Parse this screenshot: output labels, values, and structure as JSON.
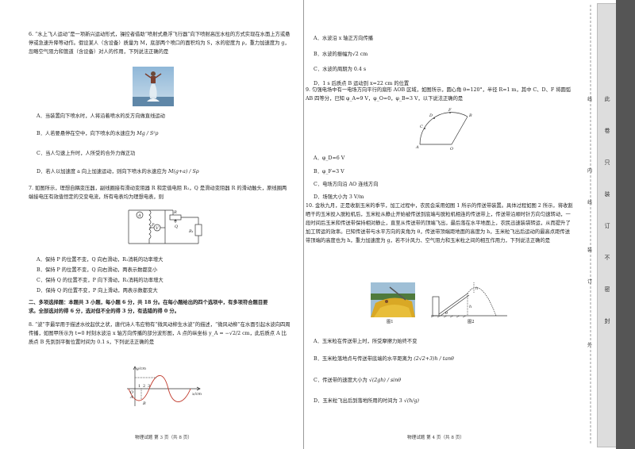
{
  "left": {
    "q6": {
      "number": "6.",
      "text": "“水上飞人运动”是一项新兴运动形式，操控者借助“喷射式悬浮飞行器”向下喷射高压水柱的方式实现在水面上方或悬停或急速升降等动作。假设某人（含设备）质量为 M，底部两个喷口的面积均为 S，水的密度为 ρ，重力加速度为 g，忽略空气阻力和管道（含设备）对人的作用，下列说法正确的是",
      "options": [
        "A．当装置向下喷水时，人将沿着喷水的反方向做直线运动",
        "B．人若要悬停在空中，向下喷水的水速应为",
        "C．当人匀速上升时，人所受的合外力做正功",
        "D．若人以加速度 a 向上加速运动，则向下喷水的水速应为"
      ],
      "formula_b": "Mg / S²ρ",
      "formula_d": "M(g+a) / Sρ"
    },
    "q7": {
      "number": "7.",
      "text": "如图所示，理想自耦变压器，副线圈接有滑动变阻器 R 和定值电阻 R₁，Q 是滑动变阻器 R 的滑动触头，原线圈两端接电压有效值恒定的交变电流，所有电表均为理想电表，则",
      "options": [
        "A．保持 P 的位置不变，Q 向右滑动，R₁消耗的功率增大",
        "B．保持 P 的位置不变，Q 向右滑动，两表示数都变小",
        "C．保持 Q 的位置不变，P 向下滑动，R₁消耗的功率增大",
        "D．保持 Q 的位置不变，P 向上滑动，两表示数都变大"
      ],
      "labels": [
        "A",
        "V",
        "P",
        "Q",
        "R",
        "R₁"
      ]
    },
    "section2": {
      "line1": "二、多项选择题：本题共 3 小题，每小题 6 分，共 18 分。在每小题给出的四个选项中，有多项符合题目要",
      "line2": "求。全部选对的得 6 分，选对但不全的得 3 分，有选错的得 0 分。"
    },
    "q8": {
      "number": "8.",
      "text": "“波”字最早用于描述水纹起伏之状，唐代诗人韦应物有“微风动柳生水波”的描述，“微风动柳”在水面引起水波向四周传播，如图甲所示为 t=0 时刻水波沿 x 轴方向传播的部分波形图，A 点的纵坐标 y_A = −√2/2 cm，此后质点 A 比质点 B 先到到平衡位置时间为 0.1 s，下列说法正确的是",
      "graph": {
        "ylabel": "y/cm",
        "xlabel": "x/cm",
        "origin": "O",
        "ticks": [
          "1",
          "2",
          "3"
        ],
        "points": [
          "A",
          "B"
        ]
      }
    },
    "footer": "物理试题  第 3 页（共 8 页）"
  },
  "right": {
    "q8_options": [
      "A．水波沿 x 轴正方向传播",
      "B．水波的振幅为√2 cm",
      "C．水波的周期为 0.4 s",
      "D．1 s 后质点 B 运动到 x=22 cm 的位置"
    ],
    "q9": {
      "number": "9.",
      "text": "匀强电场中有一电场方向平行的扇形 AOB 区域，如图所示，圆心角 θ=120°，半径 R=1 m，其中 C、D、F 将圆弧 AB 四等分，已知 φ_A=9 V，φ_O=0，φ_B=3 V，以下说法正确的是",
      "labels": [
        "A",
        "O",
        "B",
        "C",
        "D",
        "F"
      ],
      "options": [
        "A．φ_D=6 V",
        "B．φ_F=3 V",
        "C．电场方向沿 AO 连线方向",
        "D．场强大小为 3 V/m"
      ]
    },
    "q10": {
      "number": "10.",
      "text": "金秋九月，正是收割玉米的季节，加工过程中，农民会采用如图 1 所示的传送带装置。具体过程如图 2 所示，将收割晒干的玉米投入脱粒机后，玉米粒从静止开始被传送到底端与脱粒机相连的传送带上，传送带沿顺时针方向匀速转动，一段时间后玉米和传送带保持相对静止，直至从传送带的顶端飞出，最后落在水平地面上，农民迅速装袋转运，从而提升了加工转运的效率。已知传送带与水平方向的夹角为 θ，传送带顶端距地面的高度为 h，玉米粒飞出后运动的最高点距传送带顶端的高度也为 h，重力加速度为 g，若不计风力、空气阻力和玉米粒之间的相互作用力，下列说法正确的是",
      "fig1": "图1",
      "fig2": "图2",
      "fig2_labels": [
        "h",
        "h",
        "θ"
      ],
      "options": [
        "A．玉米粒在传送带上时，所受摩擦力始终不变",
        "B．玉米粒落地点与传送带底端的水平距离为",
        "C．传送带的速度大小为",
        "D．玉米粒飞出后到落地所用的时间为 3"
      ],
      "formula_b": "(2√2+3)h / tanθ",
      "formula_c": "√(2gh) / sinθ",
      "formula_d": "√(h/g)"
    },
    "footer": "物理试题  第 4 页（共 8 页）"
  },
  "binding": {
    "seal_chars": [
      "线",
      "内",
      "线",
      "装",
      "订",
      "外"
    ],
    "strip_chars": [
      "此",
      "卷",
      "只",
      "装",
      "订",
      "不",
      "密",
      "封"
    ]
  }
}
